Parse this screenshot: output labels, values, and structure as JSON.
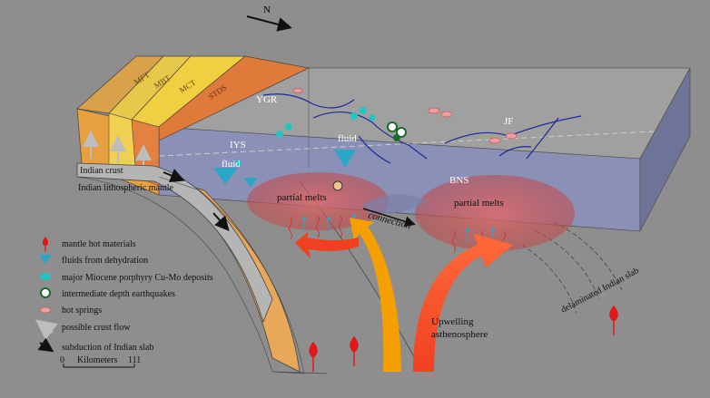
{
  "north": "N",
  "fault_labels": {
    "mft": "MFT",
    "mbt": "MBT",
    "mct": "MCT",
    "stds": "STDS"
  },
  "place_labels": {
    "ygr": "YGR",
    "iys": "IYS",
    "jf": "JF",
    "bns": "BNS"
  },
  "diagram_labels": {
    "fluid_upper": "fluid",
    "fluid_left": "fluid",
    "partial_melts_left": "partial melts",
    "partial_melts_right": "partial melts",
    "connection": "connection",
    "indian_crust": "Indian crust",
    "indian_mantle": "Indian lithospheric mantle",
    "delaminated_slab": "delaminated Indian slab",
    "upwelling_line1": "Upwelling",
    "upwelling_line2": "asthenosphere"
  },
  "legend": [
    {
      "icon": "mantle-hot-materials-icon",
      "label": "mantle hot materials"
    },
    {
      "icon": "fluid-icon",
      "label": "fluids from dehydration"
    },
    {
      "icon": "deposit-icon",
      "label": "major Miocene porphyry Cu-Mo deposits"
    },
    {
      "icon": "earthquake-icon",
      "label": "intermediate depth earthquakes"
    },
    {
      "icon": "hot-spring-icon",
      "label": "hot springs"
    },
    {
      "icon": "crust-flow-icon",
      "label": "possible crust flow"
    },
    {
      "icon": "subduction-icon",
      "label": "subduction of Indian slab"
    }
  ],
  "scale_bar": {
    "start": "0",
    "unit_label": "Kilometers",
    "end": "111"
  },
  "colors": {
    "background": "#8e8e8e",
    "plateau_side": "#8a8fb4",
    "plateau_top": "#999999",
    "mantle_band": "#e8a85a",
    "crust_band": "#aaaaaa",
    "melt": "#d65b5b",
    "hot_material": "#e01818",
    "fluid": "#2aa6c8",
    "deposit": "#20c6c0",
    "upwelling_red": "#f03818",
    "upwelling_orange": "#f5a000",
    "fault_line": "#1a2a9a"
  }
}
